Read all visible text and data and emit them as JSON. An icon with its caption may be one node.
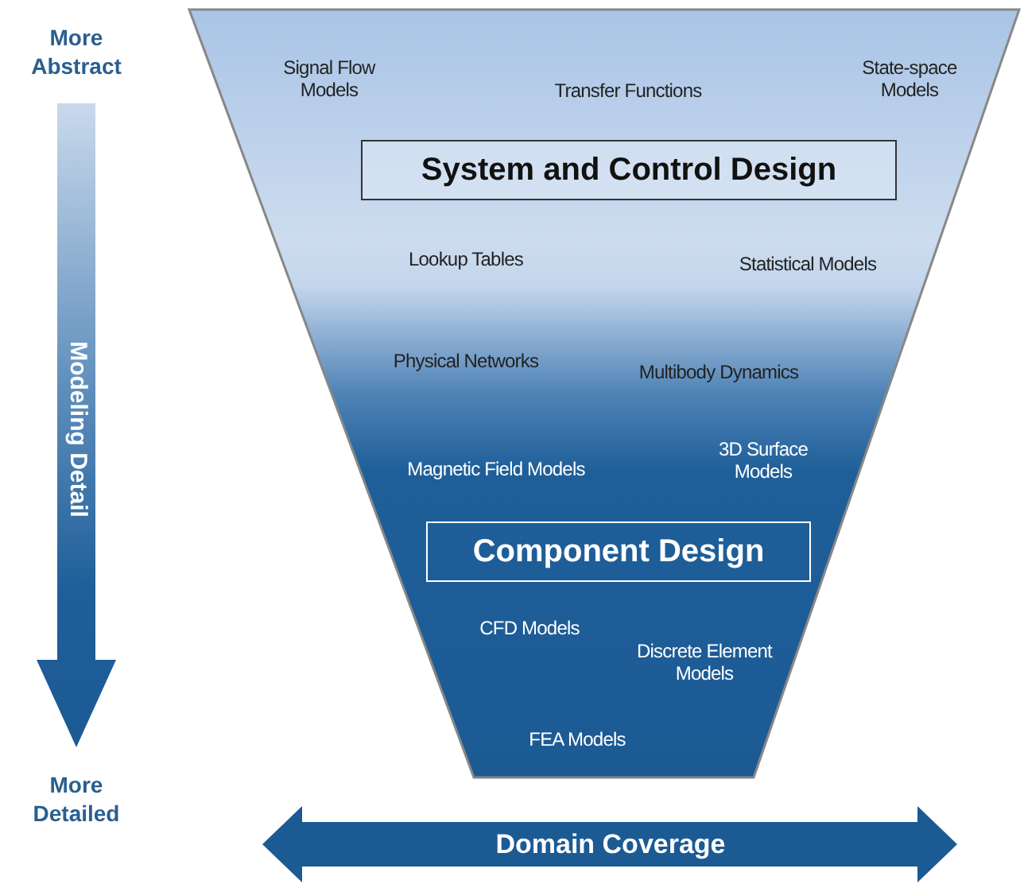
{
  "diagram": {
    "nodes": [
      {
        "text": [
          "Signal Flow Models",
          "Transfer Functions",
          "State-space Models",
          "Lookup Tables",
          "Statistical Models",
          "Physical Networks",
          "Multibody Dynamics",
          "Magnetic Field Models",
          "3D Surface Models",
          "CFD Models",
          "Discrete Element Models",
          "FEA Models"
        ]
      },
      {
        "text": [
          "System and Control Design"
        ],
        "in": 0
      },
      {
        "text": [
          "Component Design"
        ],
        "in": 0
      }
    ],
    "labels": [
      "More Abstract",
      "Modeling Detail",
      "More Detailed",
      "Domain Coverage"
    ]
  }
}
